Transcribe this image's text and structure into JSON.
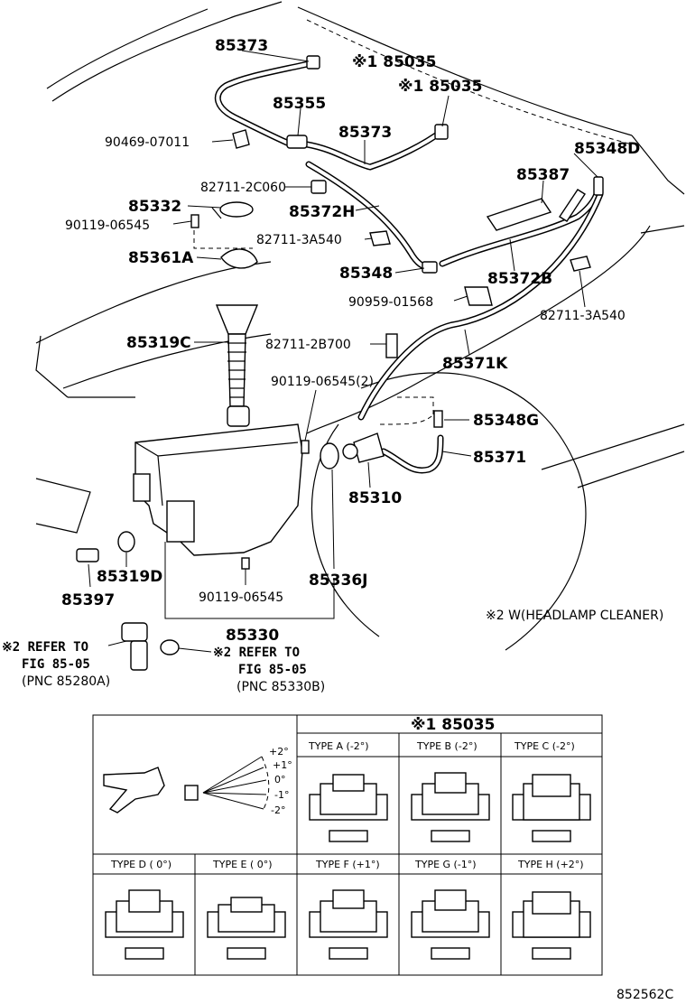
{
  "parts": {
    "p85373_top": "85373",
    "p85035_a": "※1 85035",
    "p85035_b": "※1 85035",
    "p85355": "85355",
    "p85373_mid": "85373",
    "p90469": "90469-07011",
    "p85348D": "85348D",
    "p85387": "85387",
    "p82711_2C060": "82711-2C060",
    "p85332": "85332",
    "p85372H": "85372H",
    "p90119_06545_a": "90119-06545",
    "p82711_3A540_a": "82711-3A540",
    "p85361A": "85361A",
    "p85348": "85348",
    "p85372B": "85372B",
    "p90959": "90959-01568",
    "p82711_3A540_b": "82711-3A540",
    "p85319C": "85319C",
    "p82711_2B700": "82711-2B700",
    "p85371K": "85371K",
    "p90119_06545_2": "90119-06545(2)",
    "p85348G": "85348G",
    "p85371": "85371",
    "p85310": "85310",
    "p85319D": "85319D",
    "p85397": "85397",
    "p85336J": "85336J",
    "p90119_06545_b": "90119-06545",
    "p85330": "85330"
  },
  "notes": {
    "headlamp": "※2  W(HEADLAMP CLEANER)",
    "refer_left_1": "※2 REFER TO",
    "refer_left_2": "FIG 85-05",
    "refer_left_3": "(PNC 85280A)",
    "refer_right_1": "※2 REFER TO",
    "refer_right_2": "FIG 85-05",
    "refer_right_3": "(PNC 85330B)"
  },
  "table": {
    "header": "※1 85035",
    "angles": [
      "+2°",
      "+1°",
      "0°",
      "-1°",
      "-2°"
    ],
    "types_top": [
      "TYPE A (-2°)",
      "TYPE B (-2°)",
      "TYPE C (-2°)"
    ],
    "types_bottom": [
      "TYPE D ( 0°)",
      "TYPE E ( 0°)",
      "TYPE F (+1°)",
      "TYPE G (-1°)",
      "TYPE H (+2°)"
    ]
  },
  "footer": {
    "code": "852562C"
  }
}
